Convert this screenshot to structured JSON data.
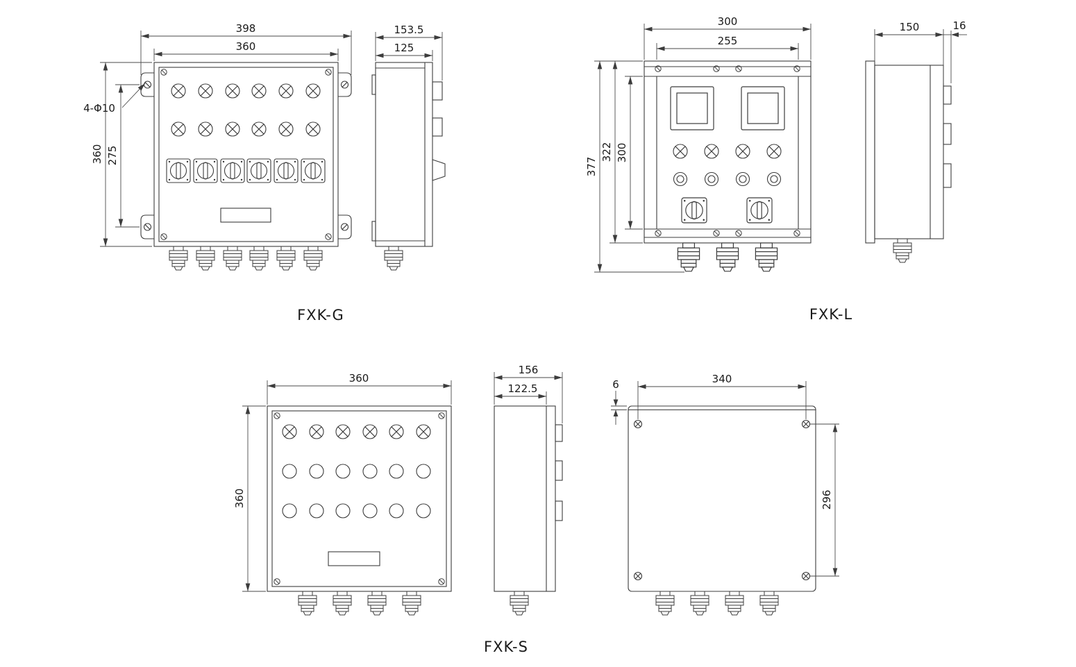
{
  "background": "#ffffff",
  "stroke_color": "#3c3c3c",
  "models": {
    "fxk_g": {
      "caption": "FXK-G",
      "front_dims": {
        "overall_width": "398",
        "body_width": "360",
        "body_height": "360",
        "mount_hole_spacing": "275",
        "mount_hole_callout": "4-Φ10"
      },
      "side_dims": {
        "overall_depth": "153.5",
        "body_depth": "125"
      }
    },
    "fxk_l": {
      "caption": "FXK-L",
      "front_dims": {
        "body_width": "300",
        "panel_width": "255",
        "overall_height": "377",
        "body_height": "322",
        "panel_height": "300"
      },
      "side_dims": {
        "body_depth": "150",
        "lug_depth": "16"
      }
    },
    "fxk_s": {
      "caption": "FXK-S",
      "front_dims": {
        "body_width": "360",
        "body_height": "360"
      },
      "side_dims": {
        "overall_depth": "156",
        "body_depth": "122.5"
      },
      "back_dims": {
        "hole_spacing_h": "340",
        "lip_thickness": "6",
        "hole_spacing_v": "296"
      }
    }
  }
}
